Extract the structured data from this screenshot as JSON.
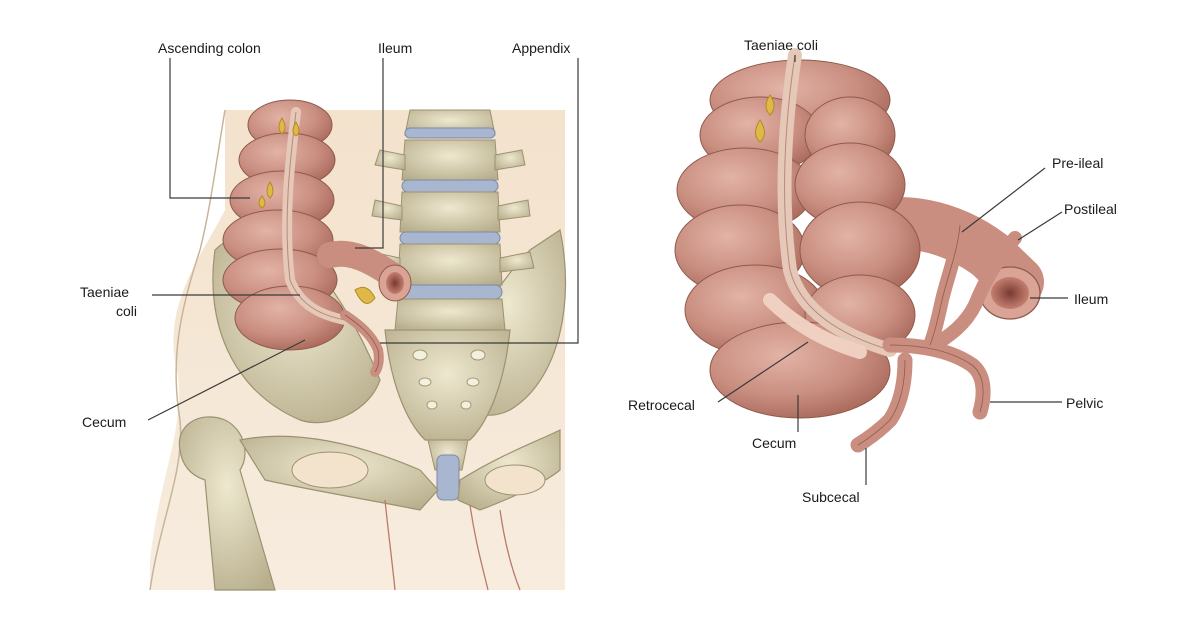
{
  "left_panel": {
    "labels": {
      "ascending_colon": "Ascending colon",
      "ileum": "Ileum",
      "appendix": "Appendix",
      "taeniae_coli_line1": "Taeniae",
      "taeniae_coli_line2": "coli",
      "cecum": "Cecum"
    }
  },
  "right_panel": {
    "labels": {
      "taeniae_coli": "Taeniae coli",
      "pre_ileal": "Pre-ileal",
      "postileal": "Postileal",
      "ileum": "Ileum",
      "pelvic": "Pelvic",
      "retrocecal": "Retrocecal",
      "cecum": "Cecum",
      "subcecal": "Subcecal"
    }
  },
  "colors": {
    "colon": "#c98e80",
    "colon_dark": "#a8685a",
    "colon_light": "#e2b3a6",
    "band": "#e6c8b8",
    "bone": "#dcd6b8",
    "bone_dark": "#b7ae8c",
    "skin": "#f1dcc4",
    "disc": "#a9b6d0",
    "fat": "#e0b84a"
  }
}
